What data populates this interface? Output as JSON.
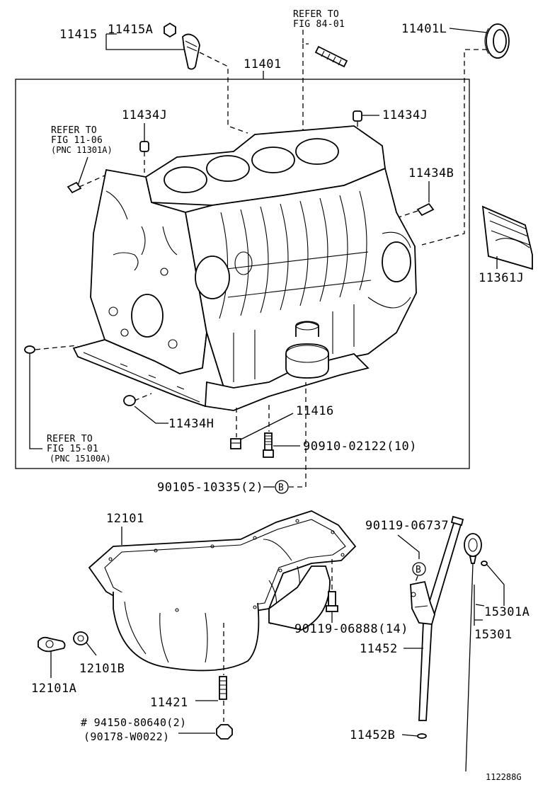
{
  "refer_84": [
    "REFER TO",
    "FIG 84-01"
  ],
  "refer_11": [
    "REFER TO",
    "FIG 11-06",
    "(PNC 11301A)"
  ],
  "refer_15": [
    "REFER TO",
    "FIG 15-01",
    "(PNC 15100A)"
  ],
  "parts": {
    "p11415": "11415",
    "p11415A": "11415A",
    "p11401": "11401",
    "p11401L": "11401L",
    "p11434J_left": "11434J",
    "p11434J_right": "11434J",
    "p11434B": "11434B",
    "p11361J": "11361J",
    "p11434H": "11434H",
    "p11416": "11416",
    "p90910": "90910-02122(10)",
    "p90105": "90105-10335(2)",
    "p12101": "12101",
    "p90119_06737": "90119-06737",
    "p15301A": "15301A",
    "p15301": "15301",
    "p90119_06888": "90119-06888(14)",
    "p11452": "11452",
    "p12101B": "12101B",
    "p12101A": "12101A",
    "p11421": "11421",
    "p94150": "# 94150-80640(2)",
    "p90178": "(90178-W0022)",
    "p11452B": "11452B"
  },
  "markers": {
    "b1": "B",
    "b2": "B"
  },
  "figure_code": "112288G"
}
